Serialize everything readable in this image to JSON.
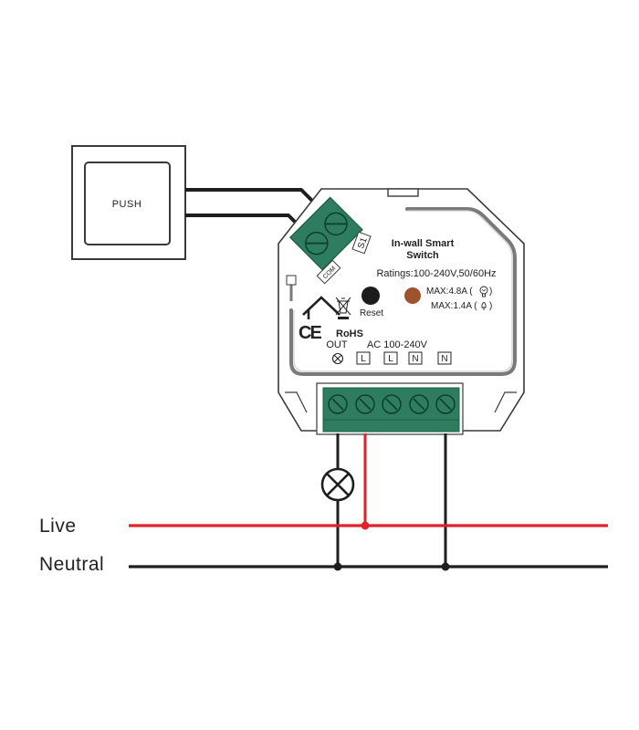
{
  "push_button": {
    "label": "PUSH"
  },
  "device": {
    "title_line1": "In-wall Smart",
    "title_line2": "Switch",
    "ratings": "Ratings:100-240V,50/60Hz",
    "max_bulb": "MAX:4.8A (",
    "max_bulb_end": ")",
    "max_motor": "MAX:1.4A (",
    "max_motor_end": ")",
    "reset_label": "Reset",
    "ce_mark": "CE",
    "rohs_mark": "RoHS",
    "out_label": "OUT",
    "ac_label": "AC 100-240V",
    "s1_label": "S1",
    "com_label": "COM",
    "terminal_labels": [
      "L",
      "L",
      "N",
      "N"
    ]
  },
  "lines": {
    "live_label": "Live",
    "neutral_label": "Neutral",
    "live_color": "#e0222b",
    "neutral_color": "#1e1e1e"
  },
  "colors": {
    "terminal_green": "#2e7d61",
    "terminal_dark": "#1b5e45",
    "reset_button": "#1c1c1c",
    "led_dot": "#a0522d",
    "outline": "#3a3a3a"
  }
}
